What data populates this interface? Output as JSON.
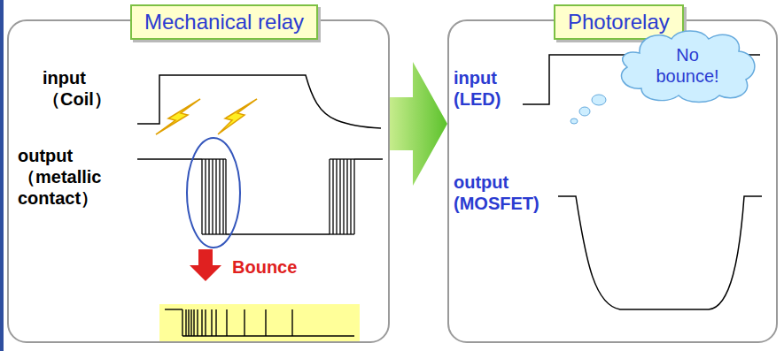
{
  "diagram": {
    "nodes": [
      {
        "text": [
          "Mechanical relay"
        ]
      },
      {
        "text": [
          "Photorelay"
        ]
      },
      {
        "text": [
          "No bounce!"
        ],
        "in": 1
      }
    ],
    "edges": [
      {
        "from": 0,
        "to": 1,
        "arrow": "to"
      }
    ],
    "labels": [
      "input （Coil）",
      "output （metallic contact）",
      "Bounce",
      "input (LED)",
      "output (MOSFET)"
    ]
  }
}
